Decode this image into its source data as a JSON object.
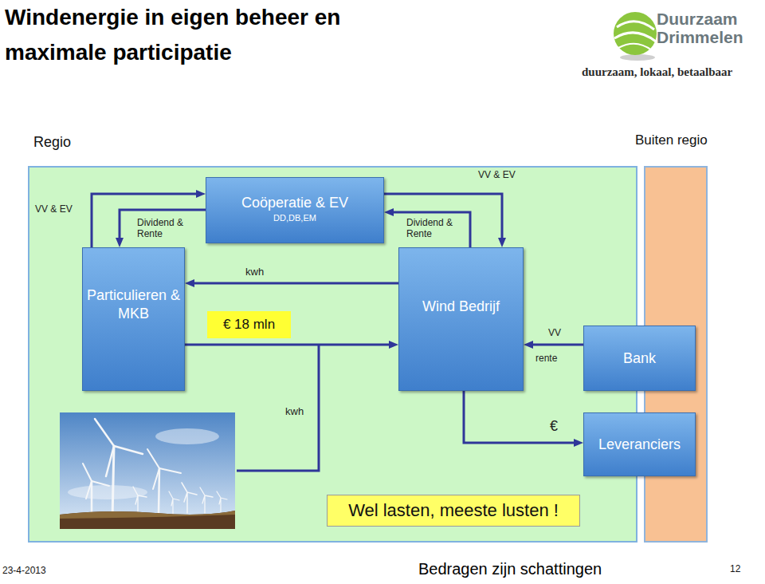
{
  "diagram": {
    "title": "Windenergie in eigen beheer en maximale participatie",
    "caption": "Bedragen zijn schattingen",
    "nodes": [
      {
        "text": [
          "Regio"
        ]
      },
      {
        "text": [
          "Buiten regio"
        ]
      },
      {
        "text": [
          "Coöperatie & EV",
          "DD,DB,EM"
        ],
        "in": 0
      },
      {
        "text": [
          "Particulieren & MKB"
        ],
        "in": 0
      },
      {
        "text": [
          "Wind Bedrijf"
        ],
        "in": 0
      },
      {
        "text": [
          "Bank"
        ]
      },
      {
        "text": [
          "Leveranciers"
        ]
      },
      {
        "text": [
          "Wel lasten, meeste lusten !"
        ],
        "in": 0
      }
    ],
    "edges": [
      {
        "from": 3,
        "to": 2,
        "arrow": "to",
        "label": "VV & EV"
      },
      {
        "from": 2,
        "to": 3,
        "arrow": "to",
        "label": "Dividend & Rente"
      },
      {
        "from": 2,
        "to": 4,
        "arrow": "to",
        "label": "VV & EV"
      },
      {
        "from": 4,
        "to": 2,
        "arrow": "to",
        "label": "Dividend & Rente"
      },
      {
        "from": 4,
        "to": 3,
        "arrow": "to",
        "label": "kwh"
      },
      {
        "from": 3,
        "to": 4,
        "arrow": "to",
        "label": "€ 18 mln"
      },
      {
        "from": 5,
        "to": 4,
        "arrow": "to",
        "label": "VV"
      },
      {
        "from": 4,
        "to": 6,
        "arrow": "to",
        "label": "€"
      }
    ],
    "labels": [
      "Duurzaam Drimmelen",
      "duurzaam, lokaal, betaalbaar",
      "kwh",
      "rente",
      "23-4-2013",
      "12"
    ]
  }
}
